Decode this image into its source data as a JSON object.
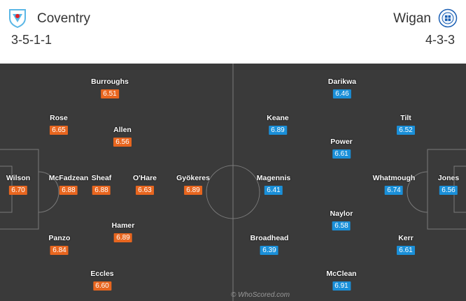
{
  "home": {
    "name": "Coventry",
    "formation": "3-5-1-1",
    "crest_color": "#5bb7e6",
    "players": [
      {
        "name": "Wilson",
        "rating": "6.70"
      },
      {
        "name": "Rose",
        "rating": "6.65"
      },
      {
        "name": "McFadzean",
        "rating": "6.88"
      },
      {
        "name": "Panzo",
        "rating": "6.84"
      },
      {
        "name": "Burroughs",
        "rating": "6.51"
      },
      {
        "name": "Sheaf",
        "rating": "6.88"
      },
      {
        "name": "Eccles",
        "rating": "6.60"
      },
      {
        "name": "Allen",
        "rating": "6.56"
      },
      {
        "name": "Hamer",
        "rating": "6.89"
      },
      {
        "name": "O'Hare",
        "rating": "6.63"
      },
      {
        "name": "Gyökeres",
        "rating": "6.89"
      }
    ]
  },
  "away": {
    "name": "Wigan",
    "formation": "4-3-3",
    "crest_color": "#1a5fb4",
    "players": [
      {
        "name": "Jones",
        "rating": "6.56"
      },
      {
        "name": "Tilt",
        "rating": "6.52"
      },
      {
        "name": "Whatmough",
        "rating": "6.74"
      },
      {
        "name": "Kerr",
        "rating": "6.61"
      },
      {
        "name": "Darikwa",
        "rating": "6.46"
      },
      {
        "name": "McClean",
        "rating": "6.91"
      },
      {
        "name": "Power",
        "rating": "6.61"
      },
      {
        "name": "Naylor",
        "rating": "6.58"
      },
      {
        "name": "Keane",
        "rating": "6.89"
      },
      {
        "name": "Magennis",
        "rating": "6.41"
      },
      {
        "name": "Broadhead",
        "rating": "6.39"
      }
    ]
  },
  "colors": {
    "pitch": "#3a3a3a",
    "home_rating": "#e8661f",
    "away_rating": "#1a8fd8"
  },
  "watermark": "© WhoScored.com"
}
